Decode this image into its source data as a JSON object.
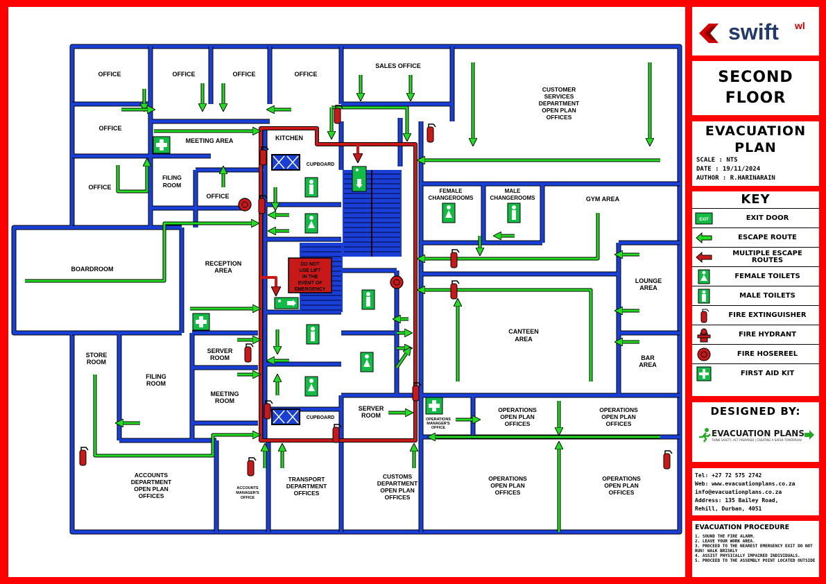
{
  "brand": {
    "name": "swift",
    "suffix": "wl"
  },
  "floor_title": [
    "SECOND",
    "FLOOR"
  ],
  "plan_title": [
    "EVACUATION",
    "PLAN"
  ],
  "info": {
    "scale": "SCALE : NTS",
    "date": "DATE : 19/11/2024",
    "author": "AUTHOR : R.HARINARAIN"
  },
  "key": {
    "title": "KEY",
    "items": [
      {
        "icon": "exit-door-icon",
        "label": "EXIT DOOR",
        "icon_text": "EXIT"
      },
      {
        "icon": "escape-route-icon",
        "label": "ESCAPE ROUTE"
      },
      {
        "icon": "multiple-routes-icon",
        "label": "MULTIPLE ESCAPE ROUTES"
      },
      {
        "icon": "female-toilet-icon",
        "label": "FEMALE TOILETS"
      },
      {
        "icon": "male-toilet-icon",
        "label": "MALE TOILETS"
      },
      {
        "icon": "fire-extinguisher-icon",
        "label": "FIRE EXTINGUISHER"
      },
      {
        "icon": "fire-hydrant-icon",
        "label": "FIRE HYDRANT"
      },
      {
        "icon": "fire-hosereel-icon",
        "label": "FIRE HOSEREEL"
      },
      {
        "icon": "first-aid-icon",
        "label": "FIRST AID KIT"
      }
    ]
  },
  "designed_by": {
    "title": "DESIGNED BY:",
    "company": "EVACUATION PLANS",
    "tagline": "THINK SAFETY, ACT PREPARED | CREATING A SAFER TOMORROW"
  },
  "contact": {
    "tel": "Tel: +27 72 575 2742",
    "web": "Web: www.evacuationplans.co.za",
    "email": "info@evacuationplans.co.za",
    "address1": "Address: 135 Bailey Road,",
    "address2": "Rehill, Durban, 4051"
  },
  "procedure": {
    "title": "EVACUATION PROCEDURE",
    "steps": [
      "1. SOUND THE FIRE ALARM.",
      "2. LEAVE YOUR WORK AREA.",
      "3. PROCEED TO THE NEAREST EMERGENCY EXIT DO NOT RUN! WALK BRISKLY",
      "4. ASSIST PHYSICALLY IMPAIRED INDIVIDUALS.",
      "5. PROCEED TO THE ASSEMBLY POINT LOCATED OUTSIDE"
    ]
  },
  "lift_warning": [
    "DO NOT",
    "USE LIFT",
    "IN THE",
    "EVENT OF",
    "EMERGENCY"
  ],
  "rooms": {
    "office1": "OFFICE",
    "office2": "OFFICE",
    "office3": "OFFICE",
    "office4": "OFFICE",
    "sales_office": "SALES OFFICE",
    "customer_services": [
      "CUSTOMER",
      "SERVICES",
      "DEPARTMENT",
      "OPEN PLAN",
      "OFFICES"
    ],
    "office5": "OFFICE",
    "meeting_area": "MEETING AREA",
    "kitchen": "KITCHEN",
    "office6": "OFFICE",
    "filing_room1": [
      "FILING",
      "ROOM"
    ],
    "office7": "OFFICE",
    "cupboard1": "CUPBOARD",
    "cupboard2": "CUPBOARD",
    "female_changerooms": [
      "FEMALE",
      "CHANGEROOMS"
    ],
    "male_changerooms": [
      "MALE",
      "CHANGEROOMS"
    ],
    "gym_area": "GYM AREA",
    "boardroom": "BOARDROOM",
    "reception": [
      "RECEPTION",
      "AREA"
    ],
    "lounge": [
      "LOUNGE",
      "AREA"
    ],
    "canteen": [
      "CANTEEN",
      "AREA"
    ],
    "bar": [
      "BAR",
      "AREA"
    ],
    "store_room": [
      "STORE",
      "ROOM"
    ],
    "filing_room2": [
      "FILING",
      "ROOM"
    ],
    "server_room1": [
      "SERVER",
      "ROOM"
    ],
    "meeting_room": [
      "MEETING",
      "ROOM"
    ],
    "server_room2": [
      "SERVER",
      "ROOM"
    ],
    "operations_manager": [
      "OPERATIONS",
      "MANAGER'S",
      "OFFICE"
    ],
    "operations1": [
      "OPERATIONS",
      "OPEN PLAN",
      "OFFICES"
    ],
    "operations2": [
      "OPERATIONS",
      "OPEN PLAN",
      "OFFICES"
    ],
    "accounts": [
      "ACCOUNTS",
      "DEPARTMENT",
      "OPEN PLAN",
      "OFFICES"
    ],
    "accounts_manager": [
      "ACCOUNTS",
      "MANAGER'S",
      "OFFICE"
    ],
    "transport": [
      "TRANSPORT",
      "DEPARTMENT",
      "OFFICES"
    ],
    "customs": [
      "CUSTOMS",
      "DEPARTMENT",
      "OPEN PLAN",
      "OFFICES"
    ],
    "operations3": [
      "OPERATIONS",
      "OPEN PLAN",
      "OFFICES"
    ],
    "operations4": [
      "OPERATIONS",
      "OPEN PLAN",
      "OFFICES"
    ]
  },
  "colors": {
    "border": "#ff0000",
    "wall": "#1a3fd6",
    "route": "#22dd22",
    "multi_route": "#c81818",
    "toilet": "#11bb44"
  }
}
